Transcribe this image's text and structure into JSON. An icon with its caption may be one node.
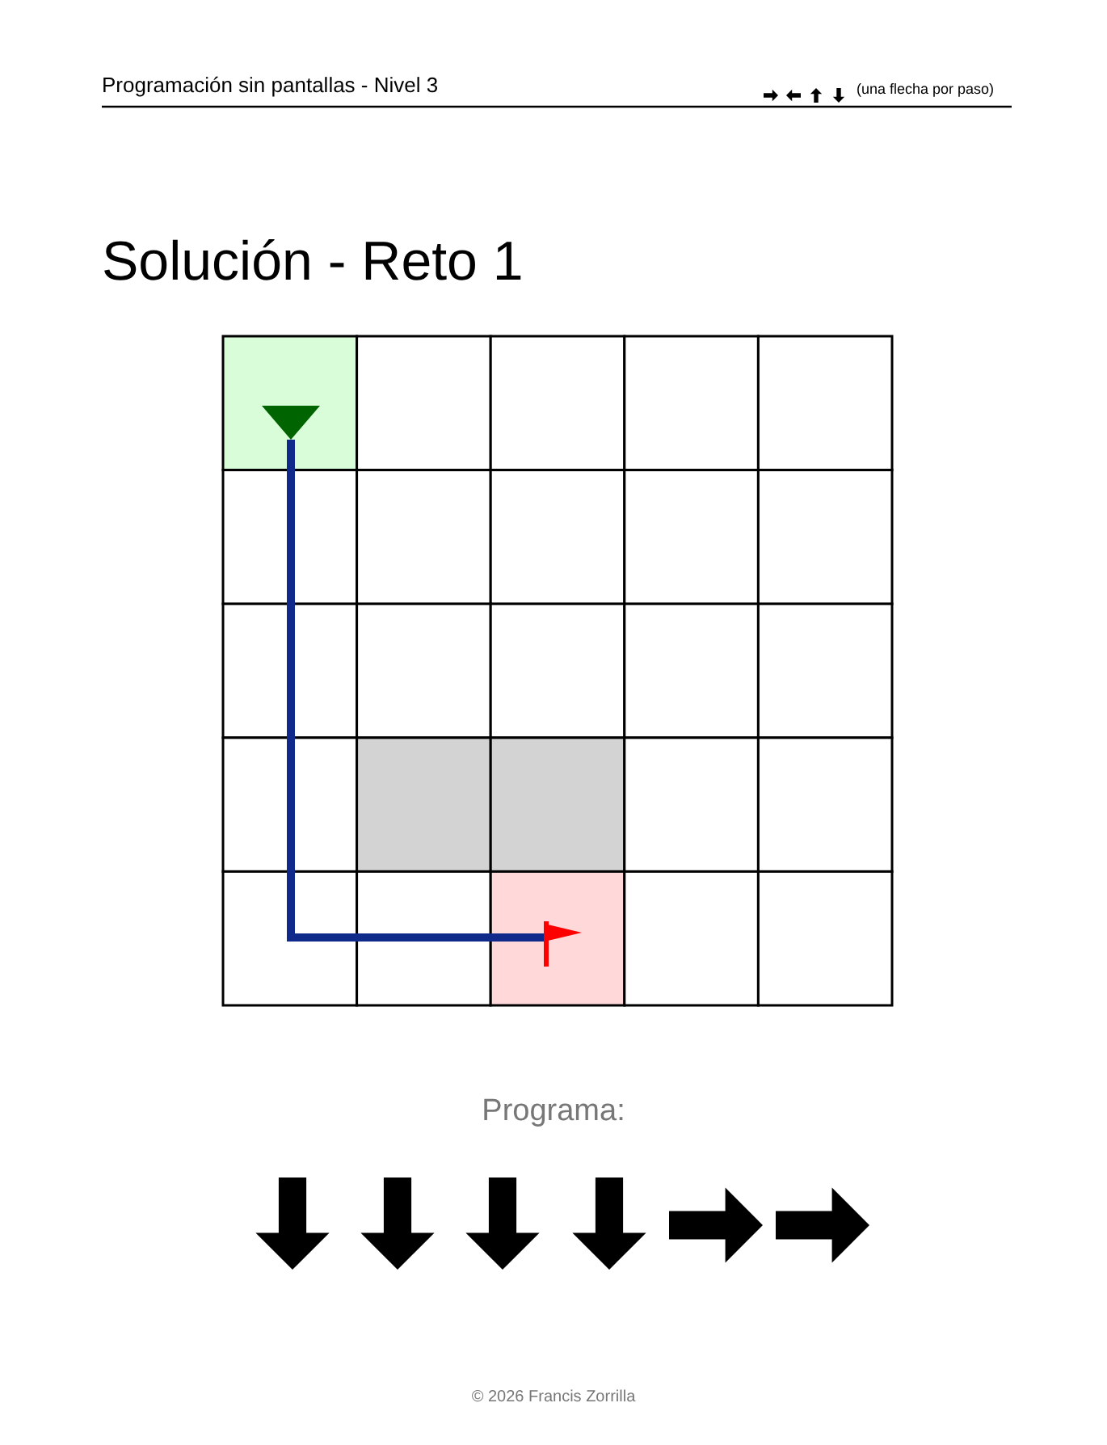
{
  "diagram": {
    "title": "Solución - Reto 1",
    "nodes": [
      {
        "text": [],
        "shape": "triangle"
      },
      {
        "text": [],
        "shape": "flag"
      }
    ],
    "edges": [
      {
        "from": 0,
        "to": 1,
        "arrow": "none",
        "color": "#102a8c"
      }
    ],
    "labels": [
      "Programación sin pantallas - Nivel 3",
      "(una flecha por paso)",
      "Programa:",
      "© 2026 Francis Zorrilla"
    ]
  }
}
